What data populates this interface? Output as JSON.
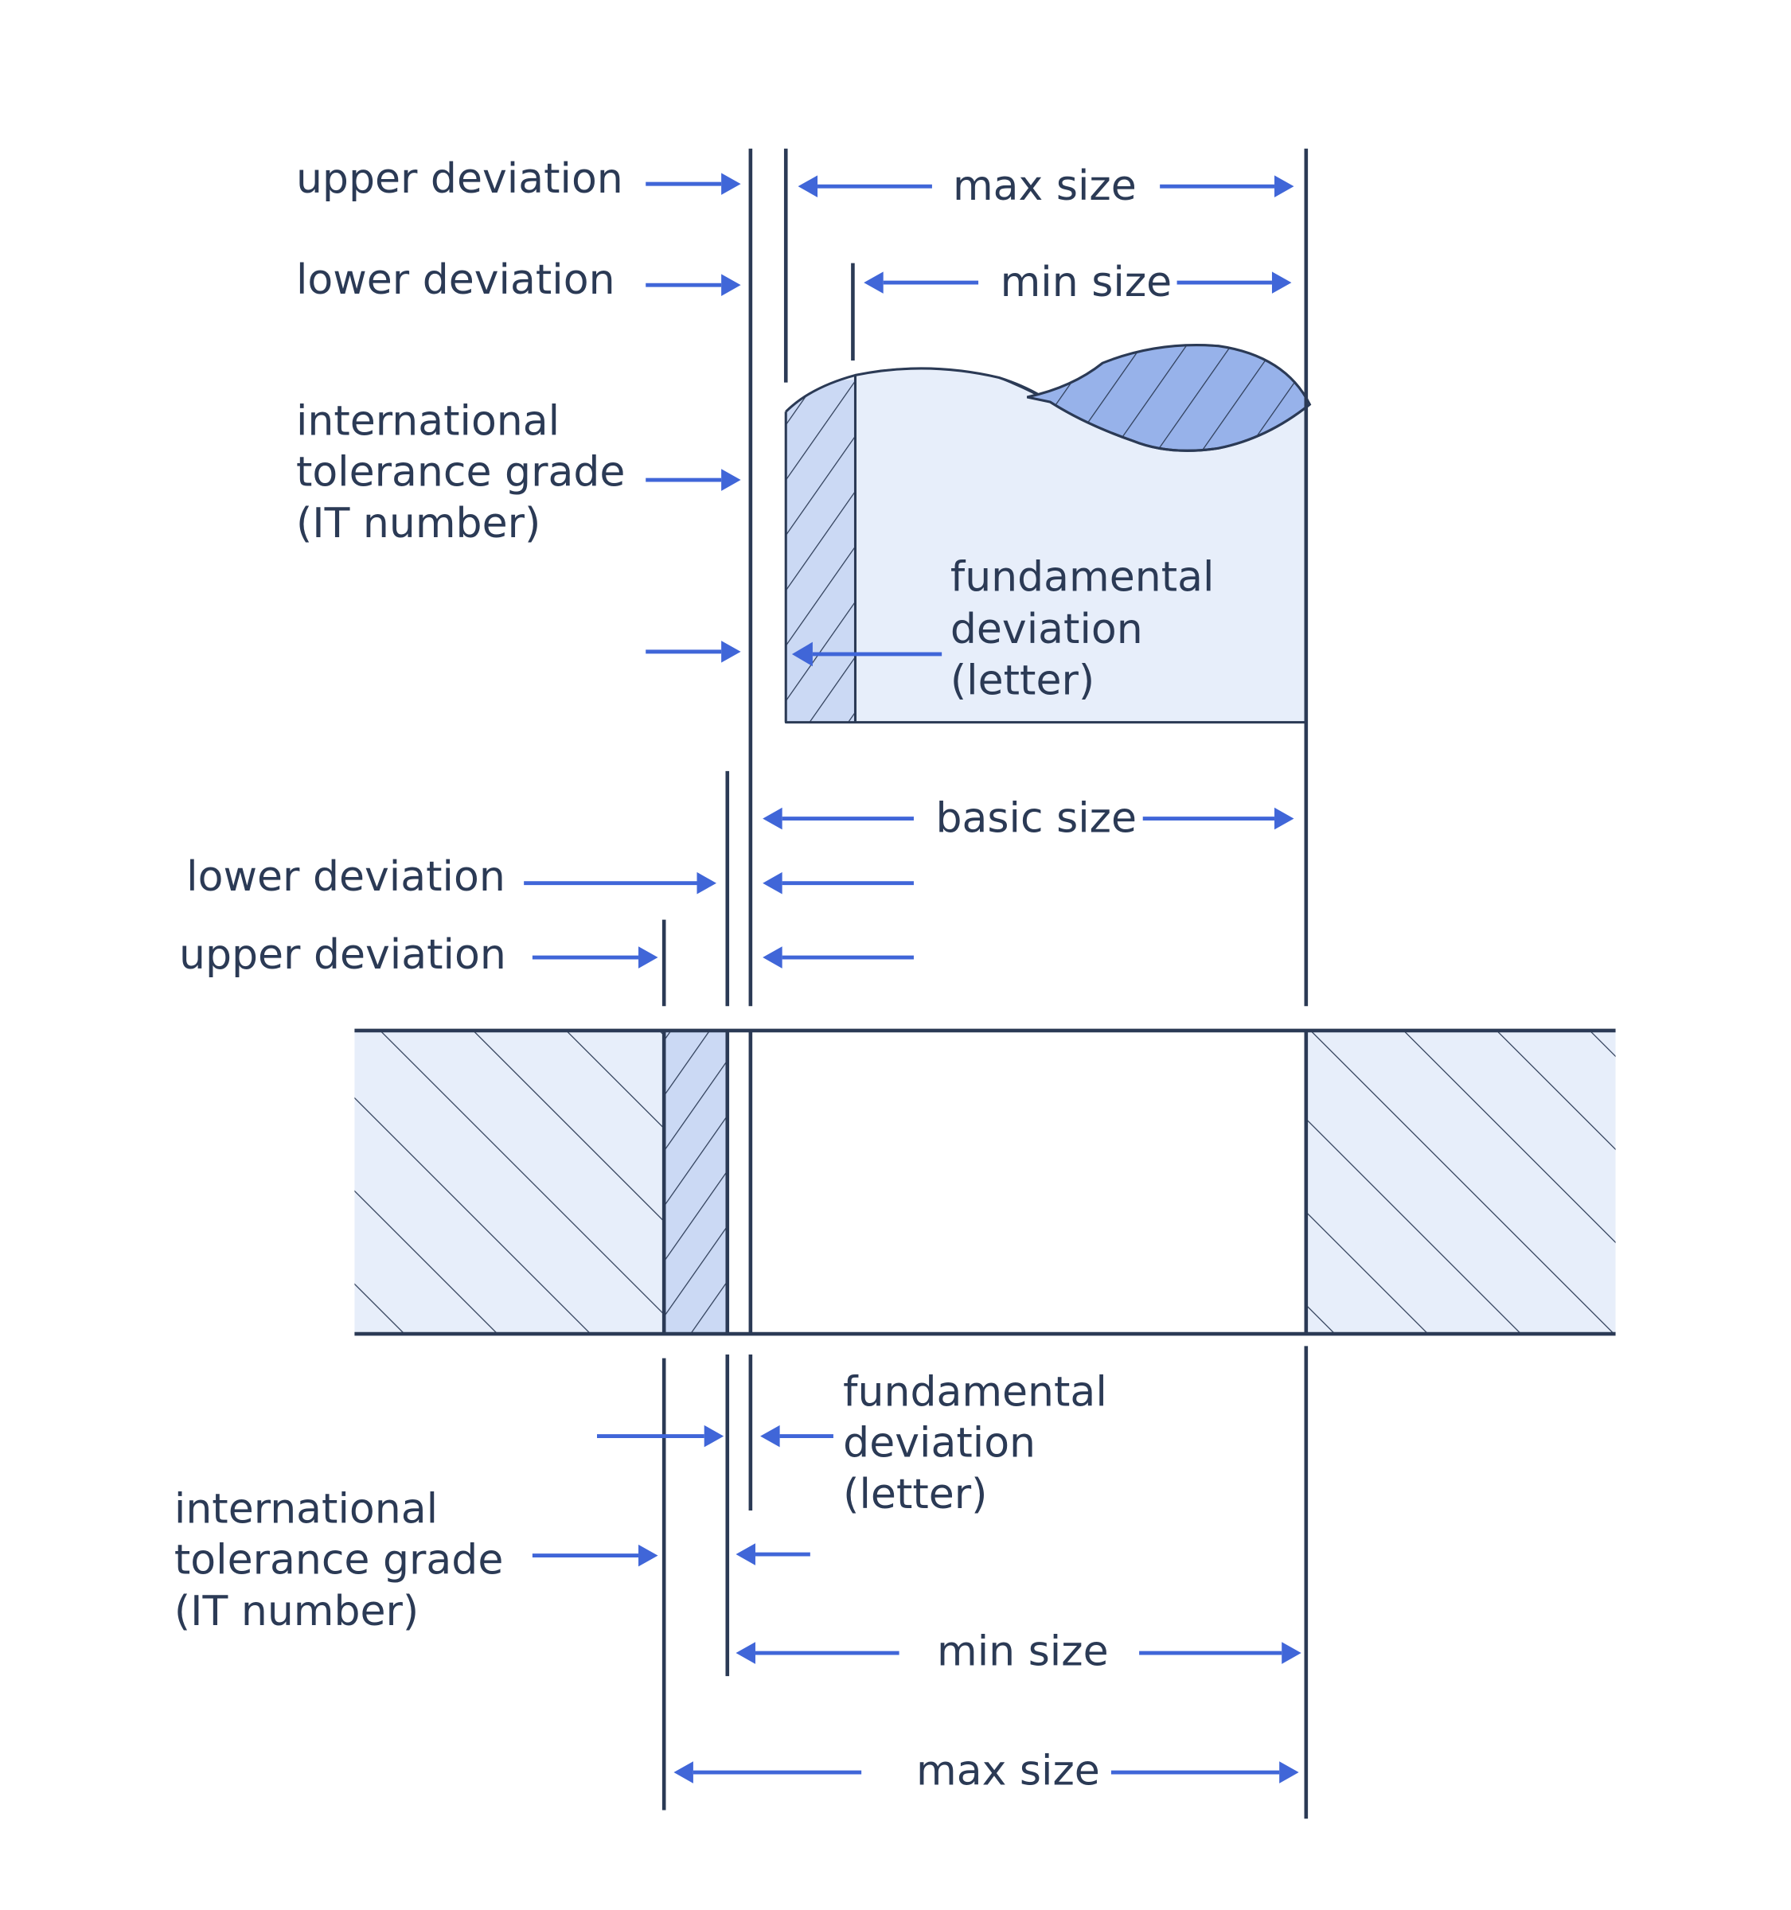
{
  "colors": {
    "text": "#2b3a55",
    "outline": "#2b3a55",
    "arrow": "#4066d8",
    "light_fill": "#e7eefa",
    "mid_fill": "#cbd9f4",
    "dark_fill": "#97b2ea",
    "background": "#ffffff"
  },
  "shaft": {
    "upper_deviation": "upper deviation",
    "lower_deviation": "lower deviation",
    "it_grade": [
      "international",
      "tolerance grade",
      "(IT number)"
    ],
    "fundamental_deviation": [
      "fundamental",
      "deviation",
      "(letter)"
    ],
    "max_size": "max size",
    "min_size": "min size"
  },
  "hole": {
    "basic_size": "basic size",
    "lower_deviation": "lower deviation",
    "upper_deviation": "upper deviation",
    "fundamental_deviation": [
      "fundamental",
      "deviation",
      "(letter)"
    ],
    "it_grade": [
      "international",
      "tolerance grade",
      "(IT number)"
    ],
    "min_size": "min size",
    "max_size": "max size"
  }
}
